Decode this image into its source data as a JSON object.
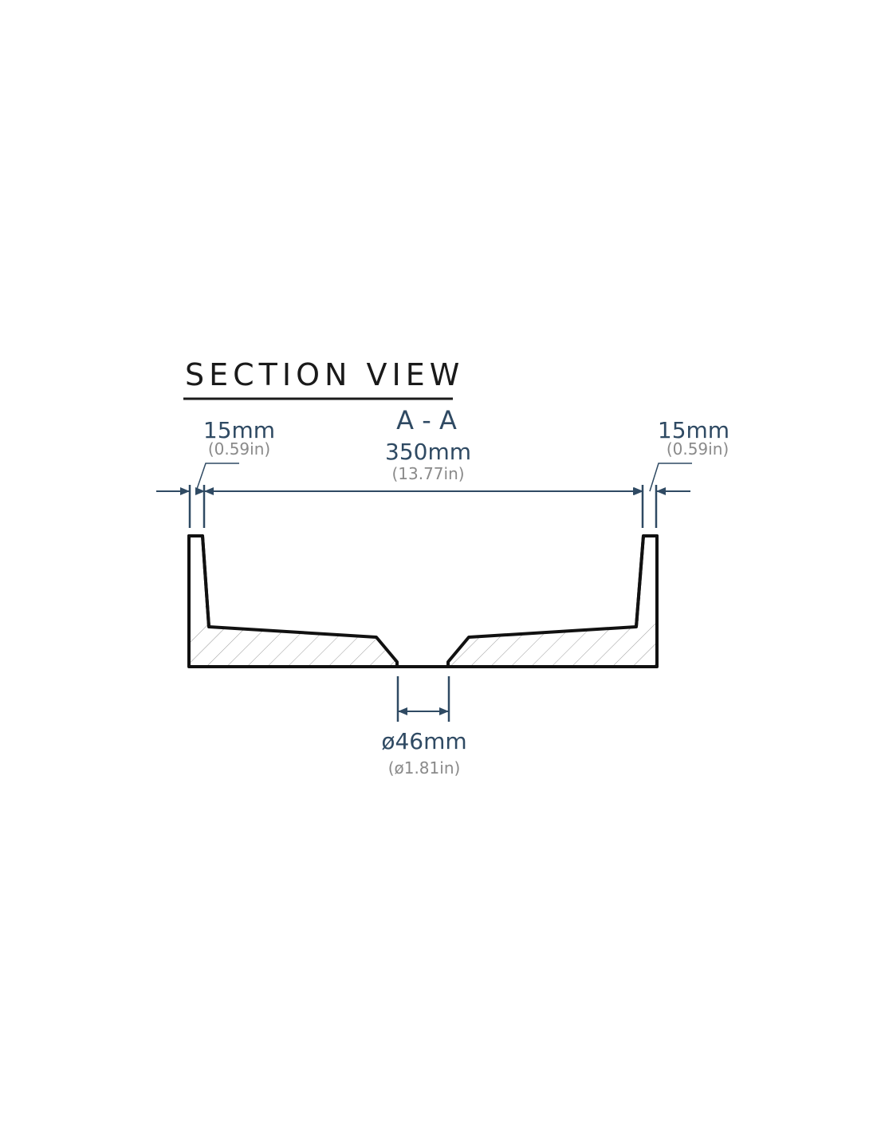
{
  "title": "SECTION VIEW",
  "section_label": "A - A",
  "dimensions": {
    "overall": {
      "metric": "350mm",
      "imperial": "(13.77in)"
    },
    "wall_left": {
      "metric": "15mm",
      "imperial": "(0.59in)"
    },
    "wall_right": {
      "metric": "15mm",
      "imperial": "(0.59in)"
    },
    "drain": {
      "metric": "ø46mm",
      "imperial": "(ø1.81in)"
    }
  },
  "colors": {
    "outline": "#111111",
    "dimension": "#2f4a63",
    "imperial_text": "#8a8a8a",
    "hatch": "#9a9a9a"
  }
}
